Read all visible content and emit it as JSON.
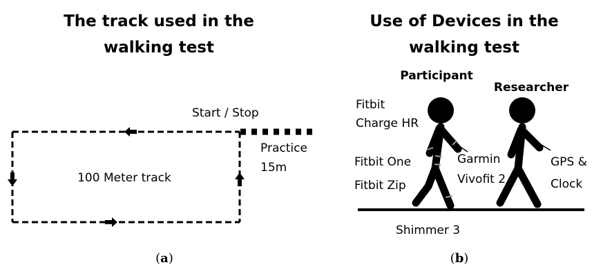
{
  "panel_a": {
    "title_line1": "The track used in the",
    "title_line2": "walking test",
    "start_stop_label": "Start / Stop",
    "practice_line1": "Practice",
    "practice_line2": "15m",
    "track_label": "100 Meter track",
    "caption_open": "(",
    "caption_letter": "a",
    "caption_close": ")"
  },
  "panel_b": {
    "title_line1": "Use of Devices in the",
    "title_line2": "walking test",
    "participant_label": "Participant",
    "researcher_label": "Researcher",
    "fitbit_charge_line1": "Fitbit",
    "fitbit_charge_line2": "Charge HR",
    "fitbit_one": "Fitbit One",
    "fitbit_zip": "Fitbit Zip",
    "garmin_line1": "Garmin",
    "garmin_line2": "Vivofit 2",
    "gps_line1": "GPS &",
    "gps_line2": "Clock",
    "shimmer": "Shimmer 3",
    "caption_open": "(",
    "caption_letter": "b",
    "caption_close": ")"
  },
  "colors": {
    "ink": "#000000",
    "device_marker": "#9a9a9a",
    "background": "#ffffff"
  },
  "icons": {
    "direction_arrow": "arrow-icon",
    "figure": "stick-figure-icon"
  }
}
